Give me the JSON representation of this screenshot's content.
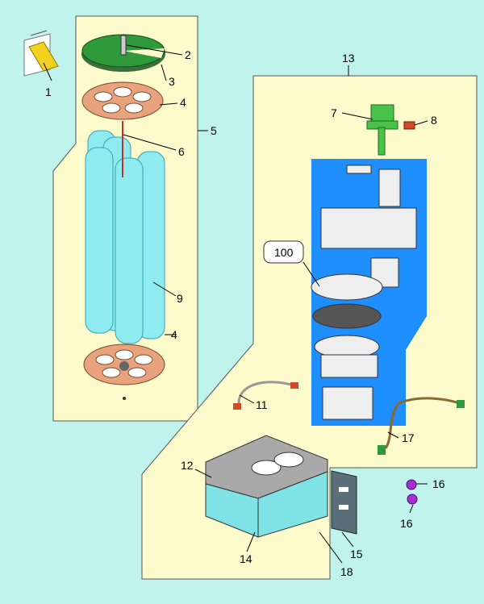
{
  "colors": {
    "background": "#bff3ec",
    "panel": "#fdfacc",
    "panel_stroke": "#555555",
    "blue_panel": "#1f8fff",
    "tube": "#8eecf0",
    "tube_stroke": "#3aa0b0",
    "disk_green": "#2e9a3a",
    "disk_copper": "#e8a27c",
    "motor_green": "#49c24a",
    "housing_top": "#a9a9a9",
    "housing_body": "#7fe3e6",
    "bracket": "#5a6f78",
    "knob": "#a52fd0",
    "yellow_part": "#f2d21c"
  },
  "icons": {
    "part_1": "yellow-slide-bracket",
    "part_2": "green-cover-disk",
    "part_4": "copper-tube-plate",
    "part_7": "green-gear-motor",
    "part_8": "red-clip",
    "part_11": "wire-harness",
    "part_15": "mounting-bracket",
    "part_16": "purple-knob",
    "part_17": "cable-harness"
  },
  "labels": {
    "p1": "1",
    "p2": "2",
    "p3": "3",
    "p4_top": "4",
    "p5": "5",
    "p6": "6",
    "p7": "7",
    "p8": "8",
    "p9": "9",
    "p4_bottom": "4",
    "p13": "13",
    "p100": "100",
    "p11": "11",
    "p17": "17",
    "p12": "12",
    "p16_a": "16",
    "p16_b": "16",
    "p14": "14",
    "p15": "15",
    "p18": "18"
  }
}
